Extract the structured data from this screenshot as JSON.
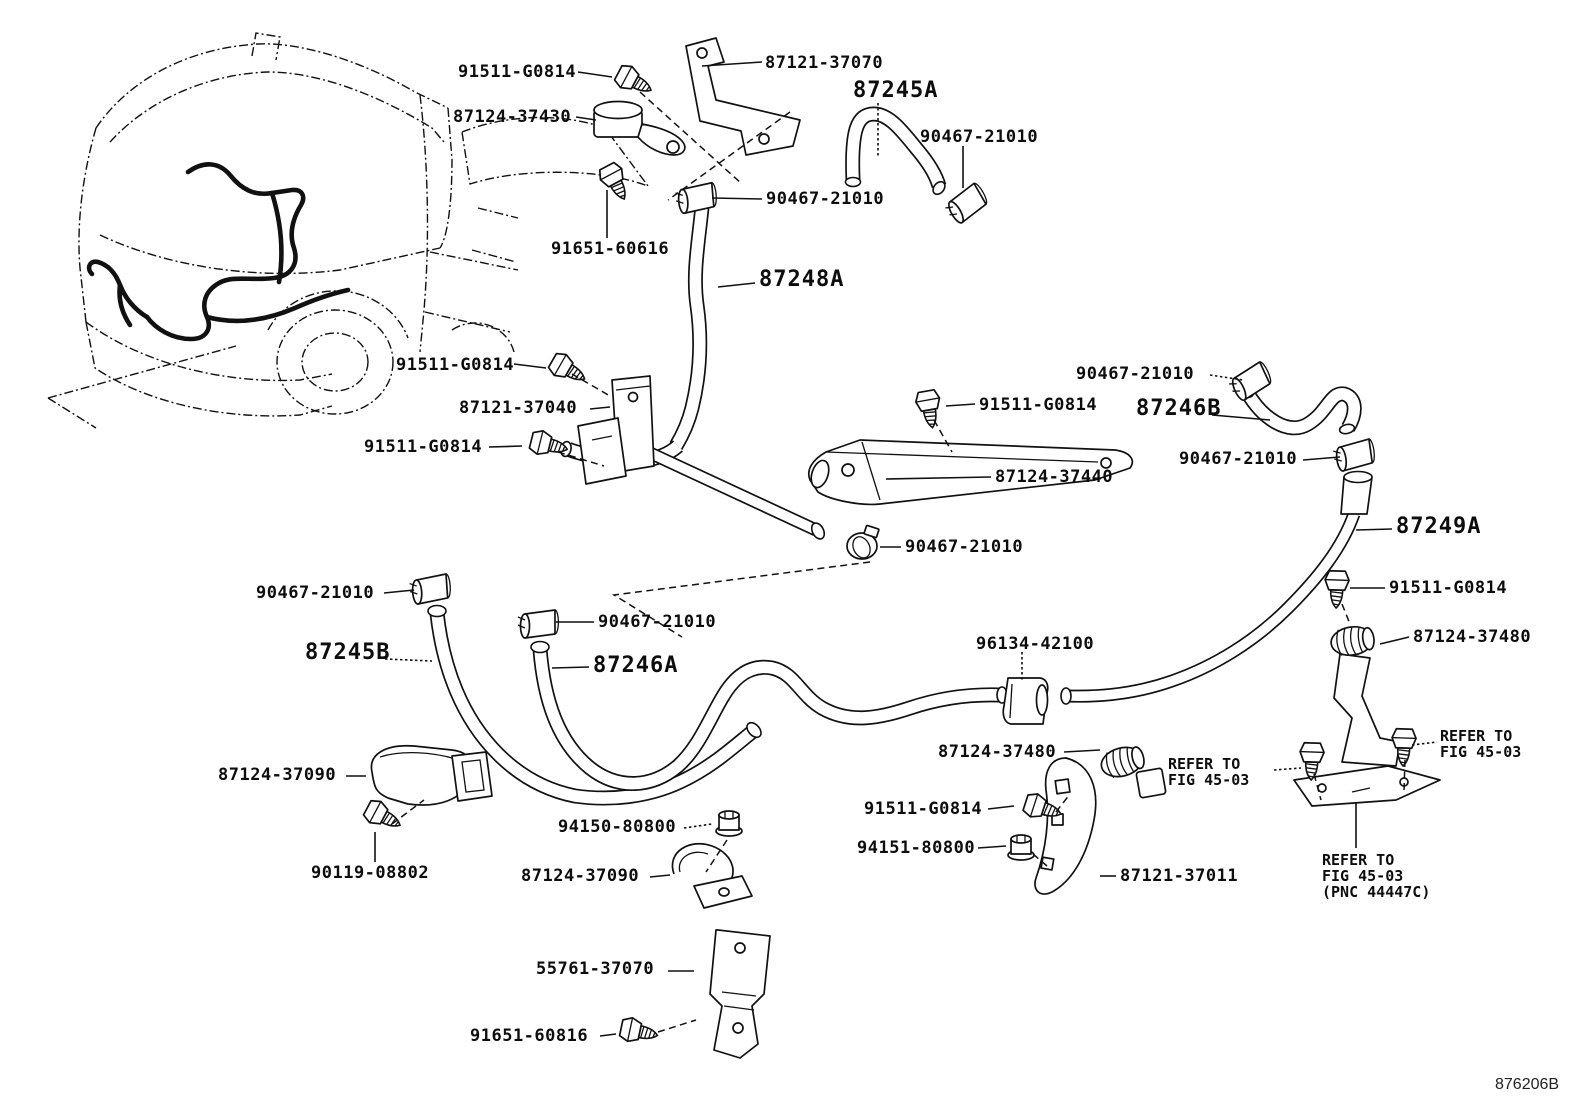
{
  "figure": {
    "code": "876206B"
  },
  "labels": [
    {
      "text": "91511-G0814"
    },
    {
      "text": "87121-37070"
    },
    {
      "text": "87245A"
    },
    {
      "text": "87124-37430"
    },
    {
      "text": "90467-21010"
    },
    {
      "text": "90467-21010"
    },
    {
      "text": "91651-60616"
    },
    {
      "text": "87248A"
    },
    {
      "text": "91511-G0814"
    },
    {
      "text": "90467-21010"
    },
    {
      "text": "87246B"
    },
    {
      "text": "91511-G0814"
    },
    {
      "text": "87121-37040"
    },
    {
      "text": "91511-G0814"
    },
    {
      "text": "87124-37440"
    },
    {
      "text": "90467-21010"
    },
    {
      "text": "87249A"
    },
    {
      "text": "91511-G0814"
    },
    {
      "text": "90467-21010"
    },
    {
      "text": "90467-21010"
    },
    {
      "text": "90467-21010"
    },
    {
      "text": "87124-37480"
    },
    {
      "text": "87245B"
    },
    {
      "text": "96134-42100"
    },
    {
      "text": "87246A"
    },
    {
      "text": "87124-37480"
    },
    {
      "text": "REFER TO\nFIG 45-03"
    },
    {
      "text": "REFER TO\nFIG 45-03"
    },
    {
      "text": "87124-37090"
    },
    {
      "text": "91511-G0814"
    },
    {
      "text": "94150-80800"
    },
    {
      "text": "94151-80800"
    },
    {
      "text": "90119-08802"
    },
    {
      "text": "87124-37090"
    },
    {
      "text": "87121-37011"
    },
    {
      "text": "REFER TO\nFIG 45-03\n(PNC 44447C)"
    },
    {
      "text": "55761-37070"
    },
    {
      "text": "91651-60816"
    }
  ]
}
